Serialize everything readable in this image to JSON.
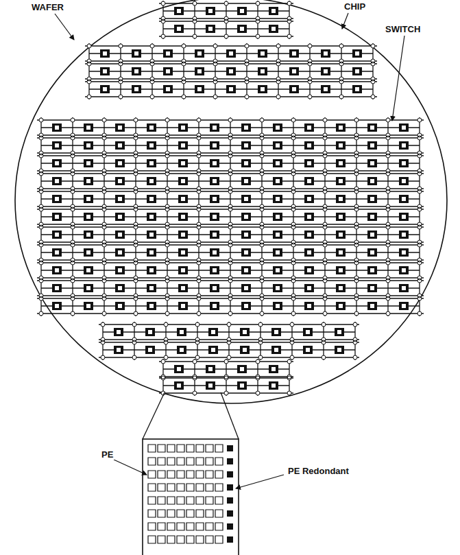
{
  "diagram": {
    "labels": [
      "WAFER",
      "CHIP",
      "SWITCH",
      "PE",
      "PE Redondant"
    ]
  }
}
